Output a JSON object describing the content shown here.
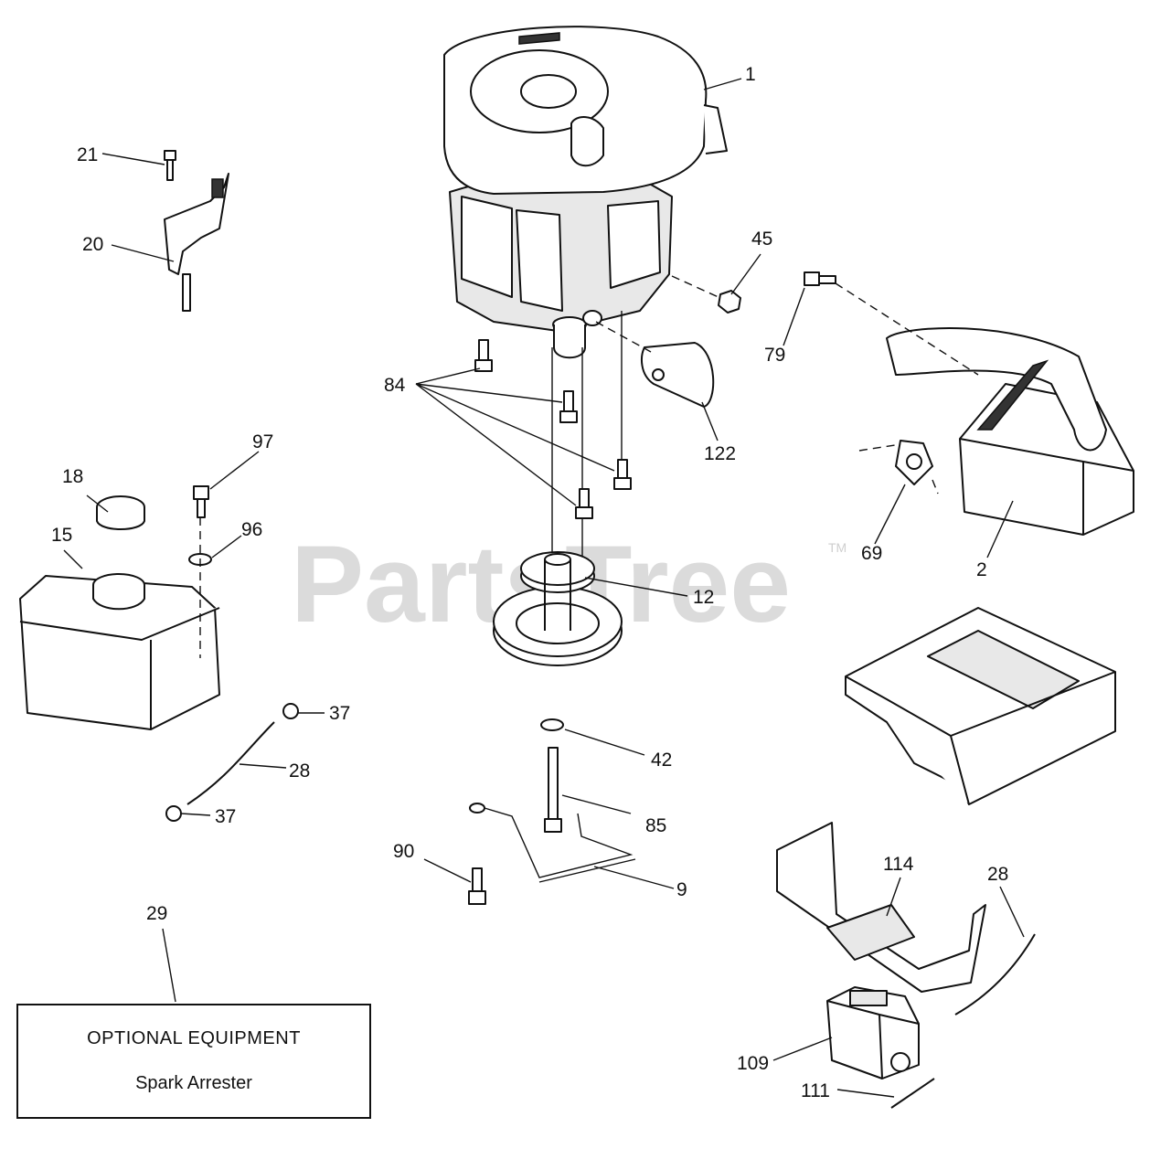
{
  "watermark": {
    "text": "PartsTree",
    "trademark": "TM"
  },
  "callouts": {
    "c1": "1",
    "c2": "2",
    "c9": "9",
    "c12": "12",
    "c15": "15",
    "c18": "18",
    "c20": "20",
    "c21": "21",
    "c28a": "28",
    "c28b": "28",
    "c29": "29",
    "c37a": "37",
    "c37b": "37",
    "c42": "42",
    "c45": "45",
    "c69": "69",
    "c79": "79",
    "c84": "84",
    "c85": "85",
    "c90": "90",
    "c96": "96",
    "c97": "97",
    "c109": "109",
    "c111": "111",
    "c114": "114",
    "c122": "122"
  },
  "optional_equipment": {
    "title": "OPTIONAL EQUIPMENT",
    "item": "Spark Arrester"
  }
}
